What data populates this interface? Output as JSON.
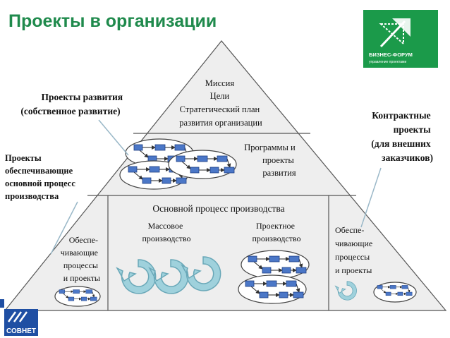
{
  "title": "Проекты в организации",
  "colors": {
    "title": "#1f8a4c",
    "pyramid_fill": "#eeeeee",
    "lines": "#555555",
    "cycle": "#9fd1dc",
    "cycle_stroke": "#6aa8b8",
    "logo_green": "#1b9a4a",
    "sovnet_blue": "#1f4fa3"
  },
  "logo": {
    "name": "business-forum-logo",
    "text1": "БИЗНЕС-ФОРУМ",
    "text2": "управление проектами"
  },
  "sovnet": {
    "text": "СОВНЕТ"
  },
  "pyramid": {
    "top": {
      "lines": [
        "Миссия",
        "Цели",
        "Стратегический план",
        "развития организации"
      ]
    },
    "middle": {
      "lines": [
        "Программы и",
        "проекты",
        "развития"
      ]
    },
    "bottom": {
      "title": "Основной процесс производства",
      "mass": [
        "Массовое",
        "производство"
      ],
      "project": [
        "Проектное",
        "производство"
      ],
      "left_support": [
        "Обеспе-",
        "чивающие",
        "процессы",
        "и проекты"
      ],
      "right_support": [
        "Обеспе-",
        "чивающие",
        "процессы",
        "и проекты"
      ]
    }
  },
  "labels": {
    "development": [
      "Проекты развития",
      "(собственное развитие)"
    ],
    "support": [
      "Проекты",
      "обеспечивающие",
      "основной процесс",
      "производства"
    ],
    "contract": [
      "Контрактные",
      "проекты",
      "(для внешних",
      "заказчиков)"
    ]
  }
}
